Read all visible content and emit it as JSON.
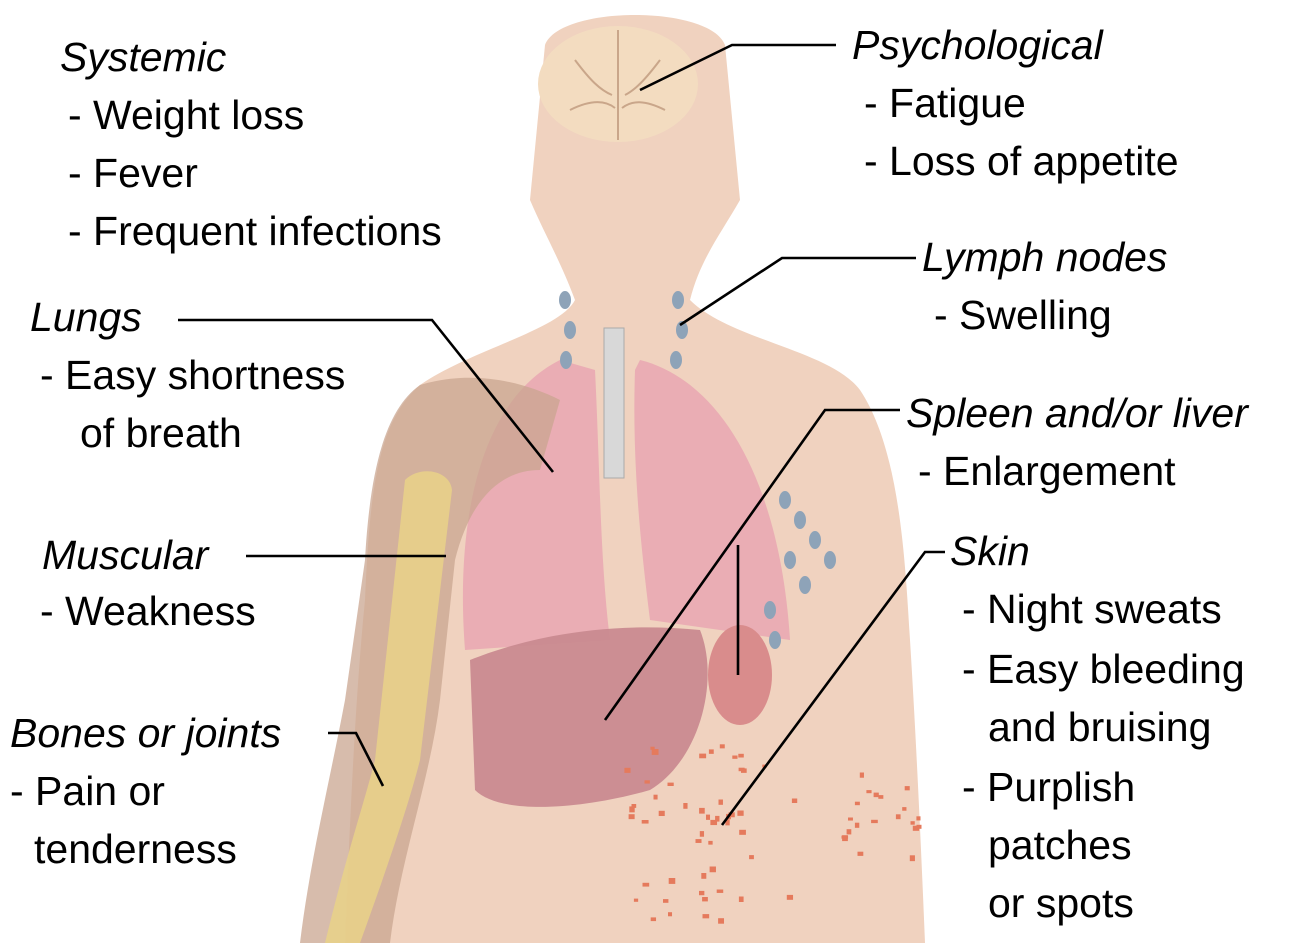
{
  "groups": {
    "systemic": {
      "heading": "Systemic",
      "items": [
        "- Weight loss",
        "- Fever",
        "- Frequent infections"
      ]
    },
    "psych": {
      "heading": "Psychological",
      "items": [
        "- Fatigue",
        "- Loss of appetite"
      ]
    },
    "lymph": {
      "heading": "Lymph nodes",
      "items": [
        "- Swelling"
      ]
    },
    "lungs": {
      "heading": "Lungs",
      "items": [
        "- Easy shortness",
        "of breath"
      ]
    },
    "spleen": {
      "heading": "Spleen and/or liver",
      "items": [
        "- Enlargement"
      ]
    },
    "muscular": {
      "heading": "Muscular",
      "items": [
        "- Weakness"
      ]
    },
    "skin": {
      "heading": "Skin",
      "items": [
        "- Night sweats",
        "- Easy bleeding",
        "and bruising",
        "- Purplish",
        "patches",
        "or spots"
      ]
    },
    "bones": {
      "heading": "Bones or joints",
      "items": [
        "- Pain or",
        "tenderness"
      ]
    }
  },
  "colors": {
    "skin": "#f0d2bf",
    "lung": "#e9a9b2",
    "liver": "#c98a90",
    "muscle": "#c9a590",
    "bone": "#e8d08a",
    "brain": "#f3dcc0",
    "spots": "#e57a5c",
    "lymph": "#8ea3b8"
  }
}
